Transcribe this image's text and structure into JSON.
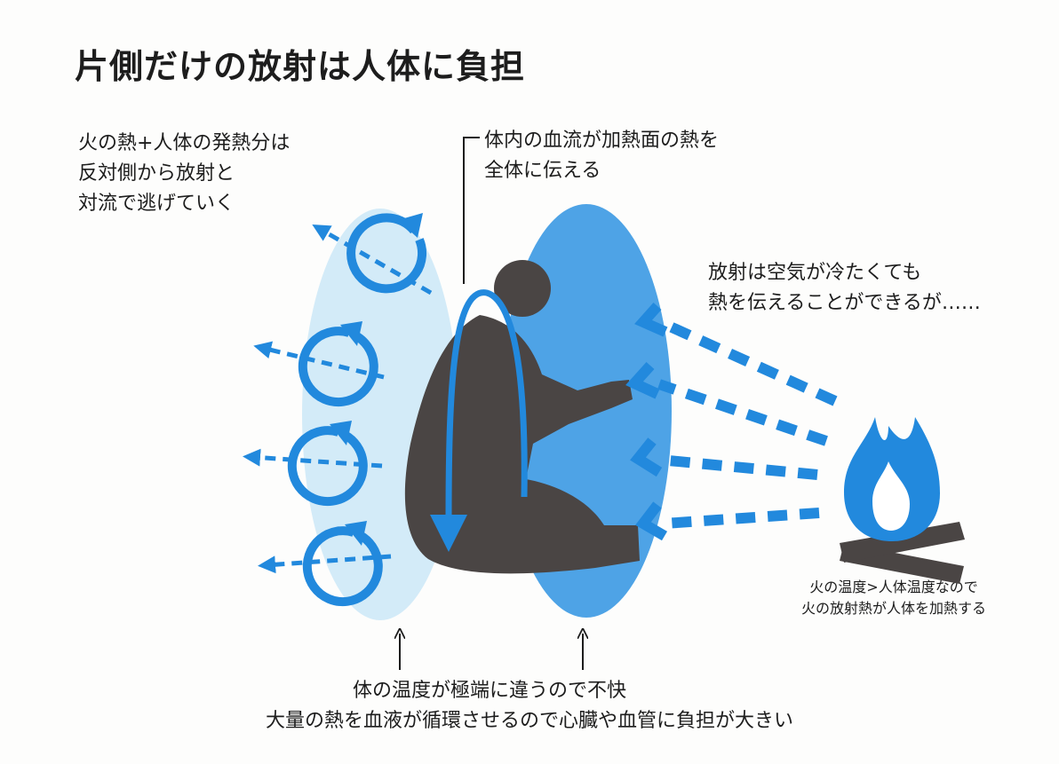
{
  "title": "片側だけの放射は人体に負担",
  "labels": {
    "convection_note": [
      "火の熱+人体の発熱分は",
      "反対側から放射と",
      "対流で逃げていく"
    ],
    "blood_note": [
      "体内の血流が加熱面の熱を",
      "全体に伝える"
    ],
    "radiation_note": [
      "放射は空気が冷たくても",
      "熱を伝えることができるが……"
    ],
    "fire_note": [
      "火の温度>人体温度なので",
      "火の放射熱が人体を加熱する"
    ],
    "bottom_note": [
      "体の温度が極端に違うので不快",
      "大量の熱を血液が循環させるので心臓や血管に負担が大きい"
    ]
  },
  "colors": {
    "blue": "#2289dd",
    "blue_ellipse": "#4ea3e6",
    "pale_ellipse": "#d3ebf8",
    "body": "#4a4544",
    "text": "#1d1d1d"
  },
  "icons": {
    "person": "seated-person-icon",
    "fire": "campfire-icon",
    "cycle": "circular-arrow-icon"
  }
}
